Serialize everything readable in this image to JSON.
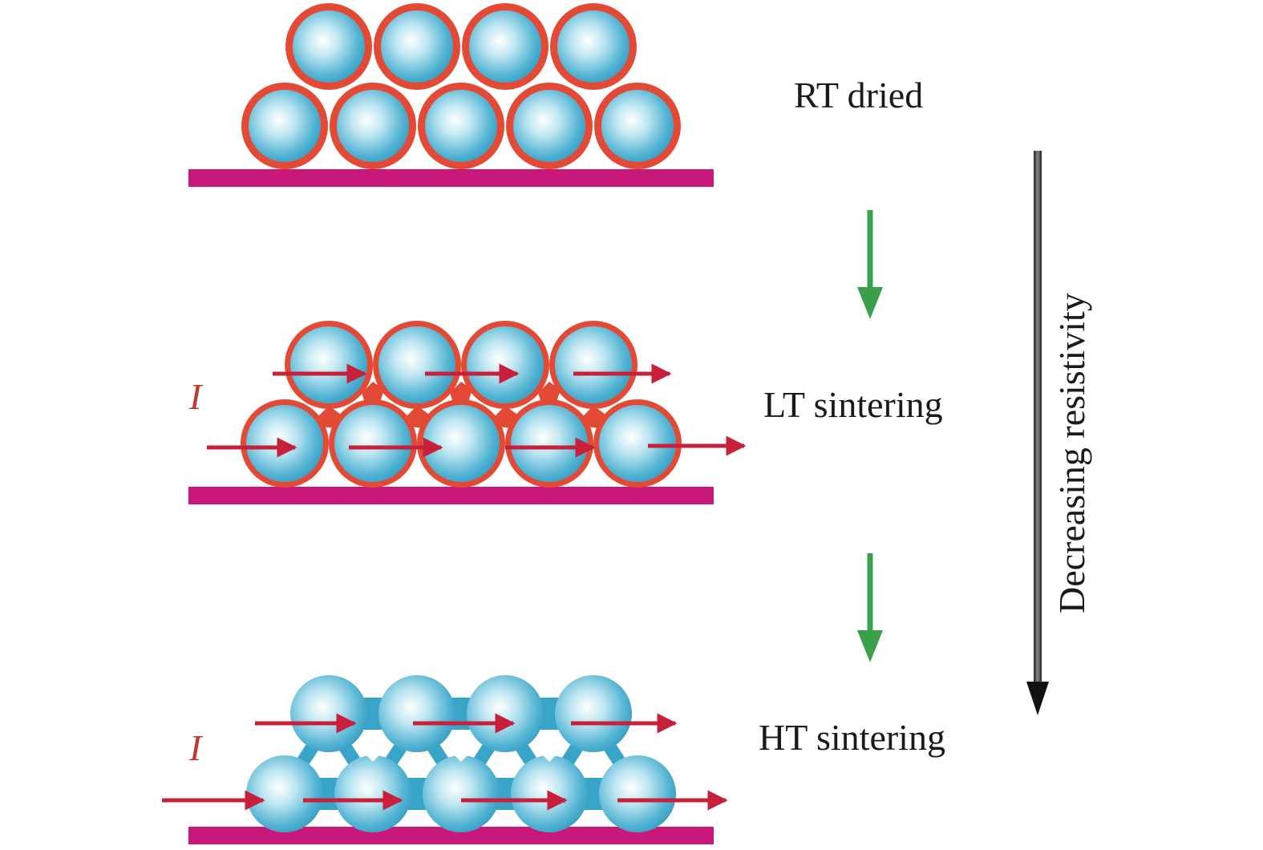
{
  "stages": [
    {
      "id": "rt",
      "label": "RT dried"
    },
    {
      "id": "lt",
      "label": "LT sintering",
      "current_symbol": "I"
    },
    {
      "id": "ht",
      "label": "HT sintering",
      "current_symbol": "I"
    }
  ],
  "trend_label": "Decreasing resistivity",
  "colors": {
    "particle_core": "#ffffff",
    "particle_edge": "#38a4c8",
    "shell": "#e34a36",
    "substrate": "#c8187a",
    "current_arrow": "#c8203a",
    "process_arrow": "#3aa04a",
    "trend_arrow": "#333333"
  },
  "icons": {
    "process_arrow": "down-arrow-icon",
    "current_arrow": "right-arrow-icon"
  }
}
